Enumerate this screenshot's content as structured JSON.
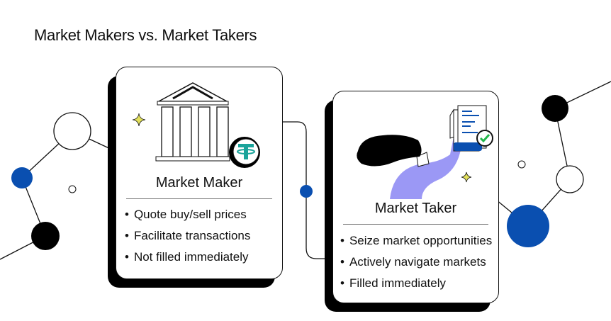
{
  "title": "Market Makers vs. Market Takers",
  "maker": {
    "heading": "Market Maker",
    "points": [
      "Quote buy/sell prices",
      "Facilitate transactions",
      "Not filled immediately"
    ]
  },
  "taker": {
    "heading": "Market Taker",
    "points": [
      "Seize market opportunities",
      "Actively navigate markets",
      "Filled immediately"
    ]
  },
  "colors": {
    "blue": "#0a4fb0",
    "tether": "#1aa39a",
    "lavender": "#9b98f5",
    "sparkle": "#e2e05a"
  },
  "icons": [
    "bank-building-icon",
    "tether-coin-icon",
    "woman-holding-document-icon",
    "check-badge-icon",
    "sparkle-icon"
  ]
}
